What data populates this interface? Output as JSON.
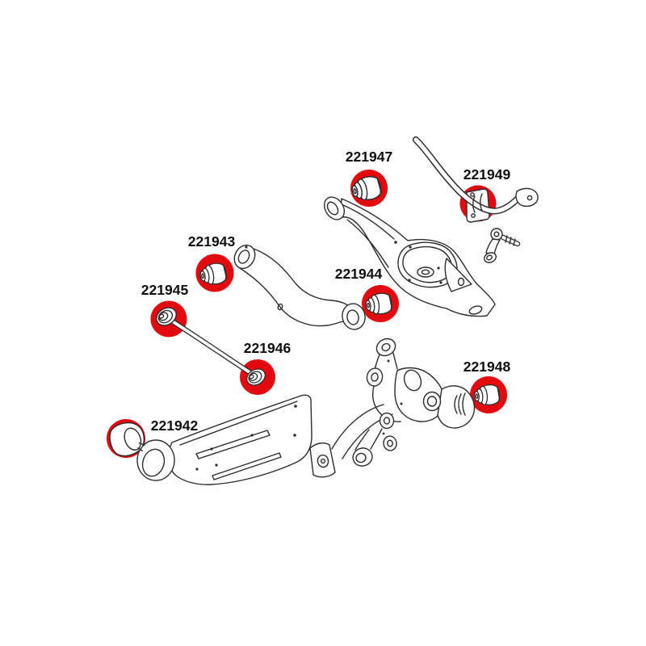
{
  "diagram": {
    "kind": "rear-suspension-parts-diagram",
    "background_color": "#ffffff",
    "highlight_color": "#e2090f",
    "line_color": "#2d2d2d",
    "text_color": "#0d0d0d",
    "parts": [
      {
        "number": "221942"
      },
      {
        "number": "221943"
      },
      {
        "number": "221944"
      },
      {
        "number": "221945"
      },
      {
        "number": "221946"
      },
      {
        "number": "221947"
      },
      {
        "number": "221948"
      },
      {
        "number": "221949"
      }
    ]
  }
}
